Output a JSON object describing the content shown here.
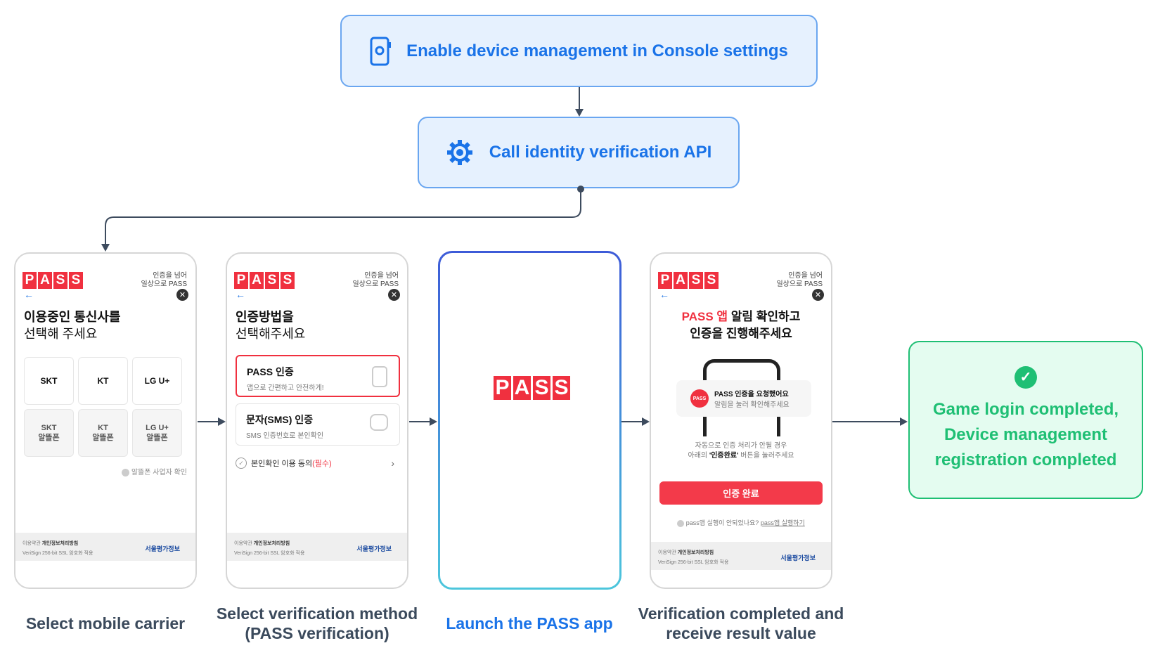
{
  "steps": {
    "enable": "Enable device management in Console settings",
    "call_api": "Call identity verification API"
  },
  "pass_logo": [
    "P",
    "A",
    "S",
    "S"
  ],
  "common": {
    "slogan1": "인증을 넘어",
    "slogan2": "일상으로 PASS",
    "back": "←",
    "close": "✕",
    "footer_terms": "이용약관",
    "footer_privacy": "개인정보처리방침",
    "footer_ssl": "VeriSign 256-bit SSL 암호화 적용",
    "footer_rating": "서울평가정보"
  },
  "screen1": {
    "title1": "이용중인 통신사를",
    "title2": "선택해 주세요",
    "carriers": [
      "SKT",
      "KT",
      "LG U+"
    ],
    "mvno": [
      [
        "SKT",
        "알뜰폰"
      ],
      [
        "KT",
        "알뜰폰"
      ],
      [
        "LG U+",
        "알뜰폰"
      ]
    ],
    "mvno_check": "알뜰폰 사업자 확인"
  },
  "screen2": {
    "title1": "인증방법을",
    "title2": "선택해주세요",
    "pass_title": "PASS 인증",
    "pass_sub": "앱으로 간편하고 안전하게!",
    "sms_title": "문자(SMS) 인증",
    "sms_sub": "SMS 인증번호로 본인확인",
    "consent": "본인확인 이용 동의",
    "required": "(필수)"
  },
  "screen3": {
    "logo": "PASS"
  },
  "screen4": {
    "title_red": "PASS 앱",
    "title1_rest": " 알림 확인하고",
    "title2": "인증을 진행해주세요",
    "notif_icon": "PASS",
    "notif_title": "PASS 인증을 요청했어요",
    "notif_sub": "알림을 눌러 확인해주세요",
    "hint1": "자동으로 인증 처리가 안될 경우",
    "hint2_pre": "아래의 ",
    "hint2_bold": "'인증완료'",
    "hint2_post": " 버튼을 눌러주세요",
    "button": "인증 완료",
    "help": "pass앱 실행이 안되었나요?",
    "help_link": "pass앱 실행하기"
  },
  "result": {
    "line1": "Game login completed,",
    "line2": "Device management",
    "line3": "registration completed"
  },
  "captions": {
    "c1": "Select mobile carrier",
    "c2a": "Select verification method",
    "c2b": "(PASS verification)",
    "c3": "Launch the PASS app",
    "c4a": "Verification completed and",
    "c4b": "receive result value"
  },
  "colors": {
    "blue": "#1a73e8",
    "green": "#1fbf74",
    "red": "#f0303f"
  }
}
